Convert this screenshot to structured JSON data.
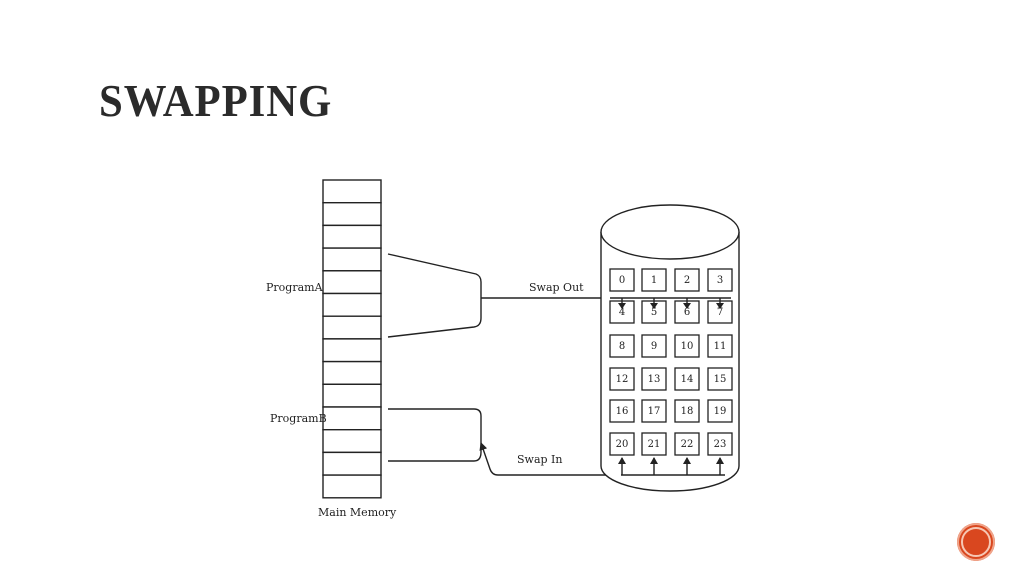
{
  "slide": {
    "title": "SWAPPING"
  },
  "diagram": {
    "memory_label": "Main Memory",
    "program_a_label": "ProgramA",
    "program_b_label": "ProgramB",
    "swap_out_label": "Swap Out",
    "swap_in_label": "Swap In",
    "disk_cells": [
      "0",
      "1",
      "2",
      "3",
      "4",
      "5",
      "6",
      "7",
      "8",
      "9",
      "10",
      "11",
      "12",
      "13",
      "14",
      "15",
      "16",
      "17",
      "18",
      "19",
      "20",
      "21",
      "22",
      "23"
    ]
  },
  "colors": {
    "stroke": "#222222",
    "badge": "#d9471f"
  }
}
